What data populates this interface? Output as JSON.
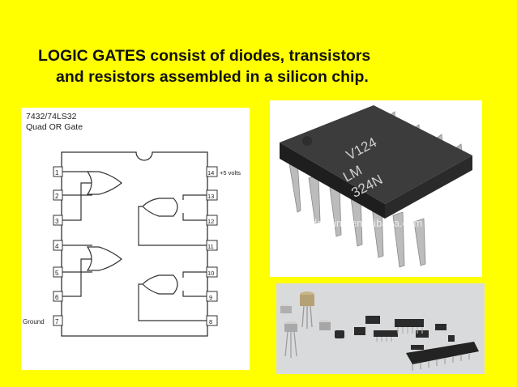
{
  "slide": {
    "title_line1": "LOGIC GATES  consist of diodes, transistors",
    "title_line2": "and resistors assembled in a silicon chip."
  },
  "diagram": {
    "part_number": "7432/74LS32",
    "description": "Quad OR Gate",
    "vcc_label": "+5 volts",
    "ground_label": "Ground",
    "left_pins": [
      "1",
      "2",
      "3",
      "4",
      "5",
      "6",
      "7"
    ],
    "right_pins": [
      "14",
      "13",
      "12",
      "11",
      "10",
      "9",
      "8"
    ]
  },
  "chip_photo": {
    "marking_line1": "V124",
    "marking_line2": "LM",
    "marking_line3": "324N",
    "watermark": "fudeshine.en.alibaba.com"
  },
  "colors": {
    "background": "#FFFF00",
    "text": "#111111"
  }
}
